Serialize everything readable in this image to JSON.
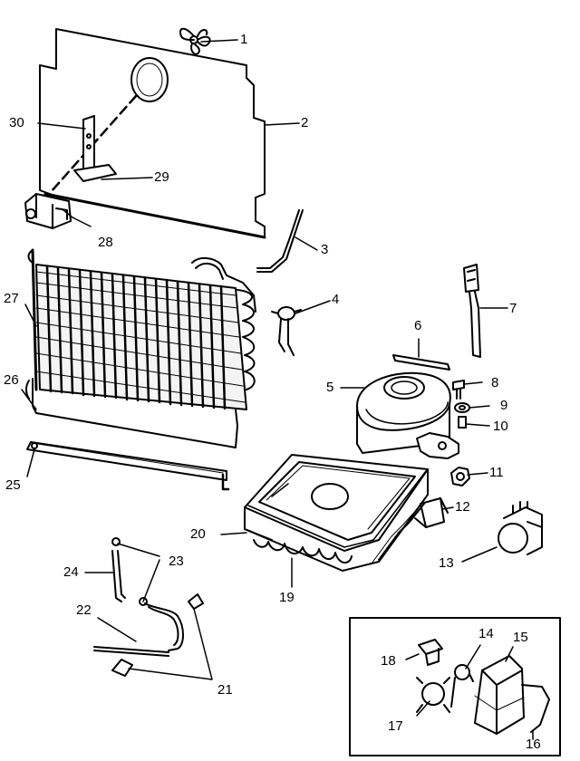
{
  "colors": {
    "ink": "#000000",
    "paper": "#ffffff",
    "shade": "#cfcfcf"
  },
  "parts": [
    {
      "label": "1"
    },
    {
      "label": "2"
    },
    {
      "label": "3"
    },
    {
      "label": "4"
    },
    {
      "label": "5"
    },
    {
      "label": "6"
    },
    {
      "label": "7"
    },
    {
      "label": "8"
    },
    {
      "label": "9"
    },
    {
      "label": "10"
    },
    {
      "label": "11"
    },
    {
      "label": "12"
    },
    {
      "label": "13"
    },
    {
      "label": "14"
    },
    {
      "label": "15"
    },
    {
      "label": "16"
    },
    {
      "label": "17"
    },
    {
      "label": "18"
    },
    {
      "label": "19"
    },
    {
      "label": "20"
    },
    {
      "label": "21"
    },
    {
      "label": "22"
    },
    {
      "label": "23"
    },
    {
      "label": "24"
    },
    {
      "label": "25"
    },
    {
      "label": "26"
    },
    {
      "label": "27"
    },
    {
      "label": "28"
    },
    {
      "label": "29"
    },
    {
      "label": "30"
    }
  ]
}
